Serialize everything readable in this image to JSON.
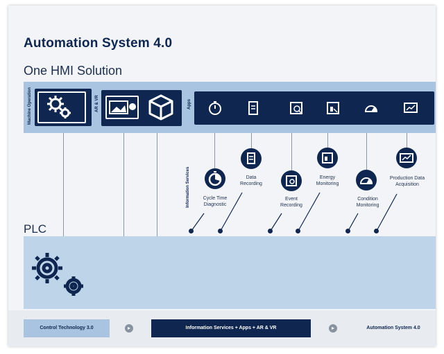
{
  "title": "Automation System 4.0",
  "subtitle": "One HMI Solution",
  "hmi": {
    "machine_operation_label": "Machine Operation",
    "ar_vr_label": "AR & VR",
    "apps_label": "Apps"
  },
  "information_services_label": "Information Services",
  "services": [
    {
      "label": "Cycle Time Diagnostic",
      "icon": "stopwatch-icon"
    },
    {
      "label": "Data Recording",
      "icon": "document-icon"
    },
    {
      "label": "Event Recording",
      "icon": "event-chart-icon"
    },
    {
      "label": "Energy Monitoring",
      "icon": "energy-chart-icon"
    },
    {
      "label": "Condition Monitoring",
      "icon": "gauge-icon"
    },
    {
      "label": "Production Data Acquisition",
      "icon": "production-monitor-icon"
    }
  ],
  "plc_label": "PLC",
  "bottom": {
    "step1": "Control Technology 3.0",
    "step2": "Information Services + Apps + AR & VR",
    "step3": "Automation System 4.0",
    "arrow_symbol": "▸"
  },
  "colors": {
    "navy": "#0e2650",
    "hmi_band": "#a8c4e0",
    "plc_band": "#bed4e9",
    "background": "#f2f4f7"
  }
}
